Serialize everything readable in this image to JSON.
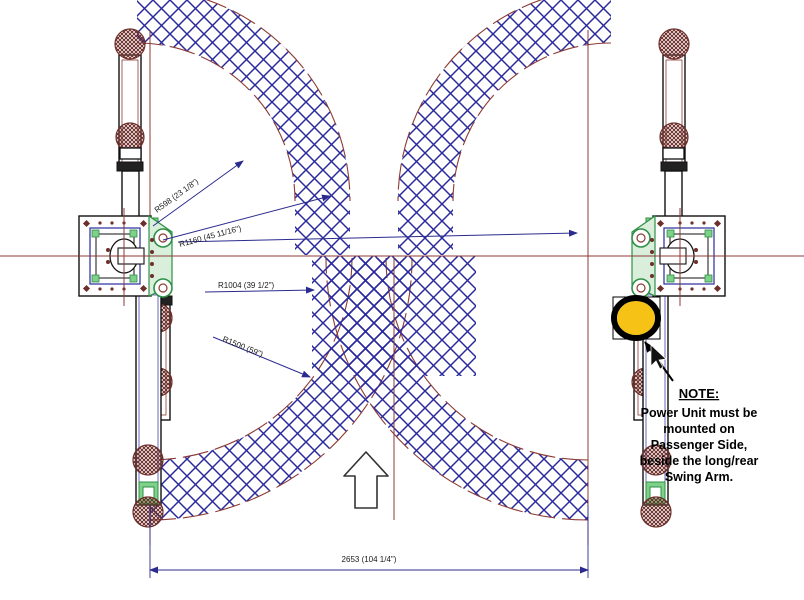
{
  "drawing": {
    "title": "Two-Post Lift Swing Arm Sweep Plan View",
    "colors": {
      "hatch": "#2a2a9e",
      "arc": "#8c3b34",
      "centerline": "#8c3b34",
      "dimension": "#2b2b8f",
      "outline": "#111111",
      "green_pad": "#7fd18a",
      "power_unit": "#f5c215",
      "pivot_hatch": "#6d2f2a"
    },
    "radius_labels": [
      {
        "id": "r598",
        "text": "R598 (23 1/8\")",
        "rotation": -55
      },
      {
        "id": "r1160",
        "text": "R1160 (45 11/16\")",
        "rotation": -22
      },
      {
        "id": "r1004",
        "text": "R1004 (39 1/2\")",
        "rotation": 0
      },
      {
        "id": "r1500",
        "text": "R1500 (59\")",
        "rotation": -32
      }
    ],
    "overall_dimension": {
      "text": "2653 (104 1/4\")"
    },
    "note": {
      "heading": "NOTE:",
      "lines": [
        "Power Unit must be",
        "mounted on",
        "Passenger Side,",
        "beside the long/rear",
        "Swing Arm."
      ]
    },
    "direction_arrow": {
      "name": "vehicle-direction-arrow"
    },
    "power_unit": {
      "name": "power-unit-marker"
    }
  }
}
